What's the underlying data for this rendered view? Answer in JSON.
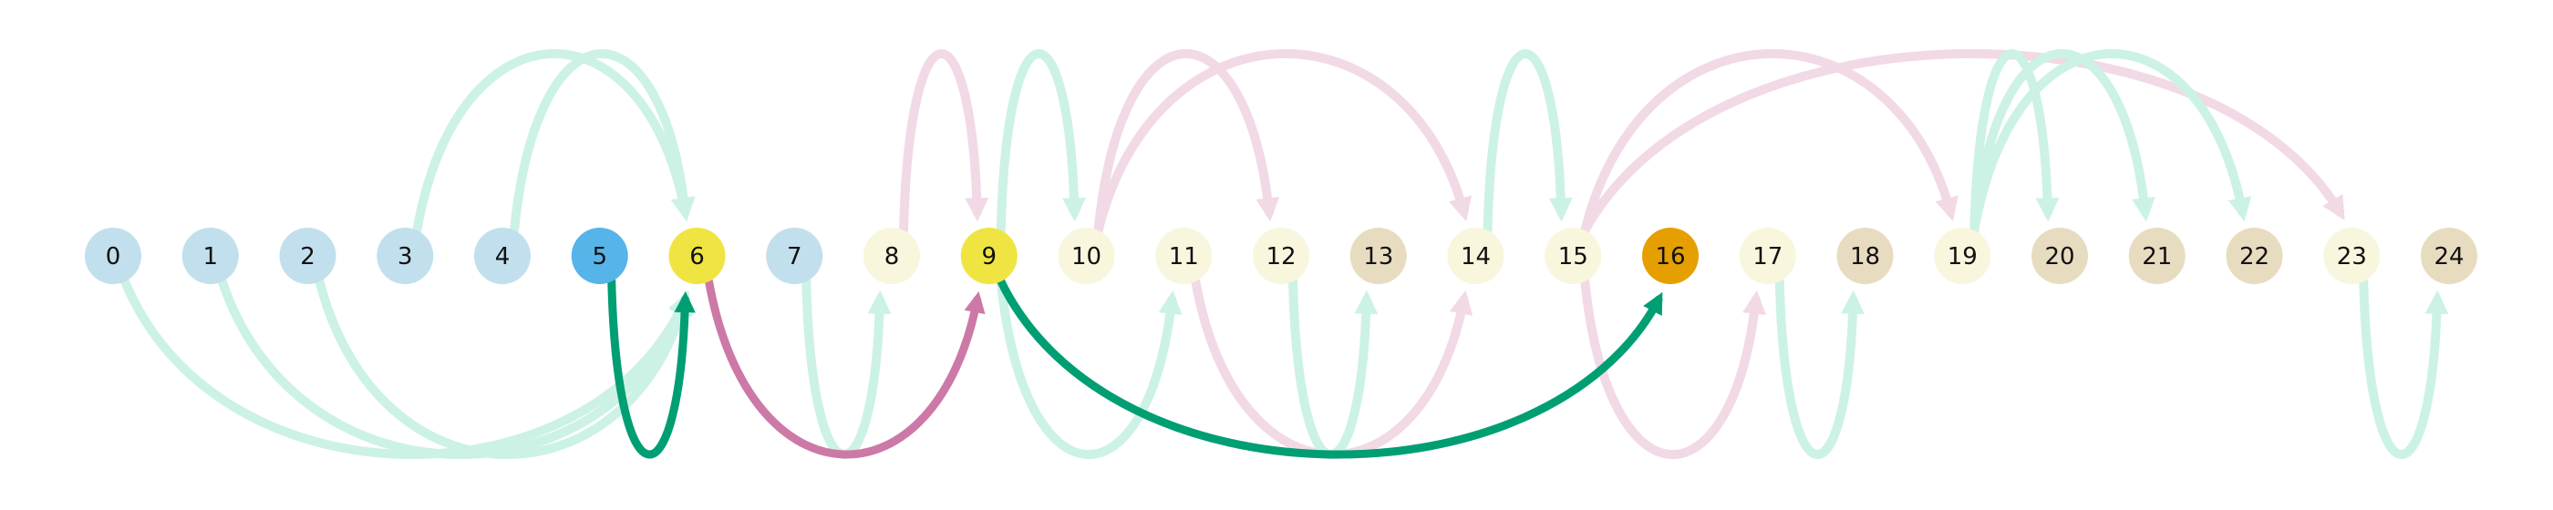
{
  "colors": {
    "blue": "#c2dfed",
    "blue_active": "#56b4e9",
    "cream": "#f8f6dc",
    "tan": "#e8dcc0",
    "yellow": "#f0e442",
    "orange": "#e69f00",
    "green_light": "#ccf2e5",
    "green_dark": "#009e73",
    "pink_light": "#f2d9e6",
    "pink_dark": "#cc79a7"
  },
  "nodes": [
    {
      "label": "0",
      "color": "blue"
    },
    {
      "label": "1",
      "color": "blue"
    },
    {
      "label": "2",
      "color": "blue"
    },
    {
      "label": "3",
      "color": "blue"
    },
    {
      "label": "4",
      "color": "blue"
    },
    {
      "label": "5",
      "color": "blue_active"
    },
    {
      "label": "6",
      "color": "yellow"
    },
    {
      "label": "7",
      "color": "blue"
    },
    {
      "label": "8",
      "color": "cream"
    },
    {
      "label": "9",
      "color": "yellow"
    },
    {
      "label": "10",
      "color": "cream"
    },
    {
      "label": "11",
      "color": "cream"
    },
    {
      "label": "12",
      "color": "cream"
    },
    {
      "label": "13",
      "color": "tan"
    },
    {
      "label": "14",
      "color": "cream"
    },
    {
      "label": "15",
      "color": "cream"
    },
    {
      "label": "16",
      "color": "orange"
    },
    {
      "label": "17",
      "color": "cream"
    },
    {
      "label": "18",
      "color": "tan"
    },
    {
      "label": "19",
      "color": "cream"
    },
    {
      "label": "20",
      "color": "tan"
    },
    {
      "label": "21",
      "color": "tan"
    },
    {
      "label": "22",
      "color": "tan"
    },
    {
      "label": "23",
      "color": "cream"
    },
    {
      "label": "24",
      "color": "tan"
    }
  ],
  "edges": [
    {
      "from": 3,
      "to": 6,
      "side": "top",
      "color": "green_light"
    },
    {
      "from": 4,
      "to": 6,
      "side": "top",
      "color": "green_light"
    },
    {
      "from": 8,
      "to": 9,
      "side": "top",
      "color": "pink_light"
    },
    {
      "from": 9,
      "to": 10,
      "side": "top",
      "color": "green_light"
    },
    {
      "from": 10,
      "to": 12,
      "side": "top",
      "color": "pink_light"
    },
    {
      "from": 10,
      "to": 14,
      "side": "top",
      "color": "pink_light"
    },
    {
      "from": 14,
      "to": 15,
      "side": "top",
      "color": "green_light"
    },
    {
      "from": 15,
      "to": 19,
      "side": "top",
      "color": "pink_light"
    },
    {
      "from": 15,
      "to": 23,
      "side": "top",
      "color": "pink_light"
    },
    {
      "from": 19,
      "to": 20,
      "side": "top",
      "color": "green_light"
    },
    {
      "from": 19,
      "to": 21,
      "side": "top",
      "color": "green_light"
    },
    {
      "from": 19,
      "to": 22,
      "side": "top",
      "color": "green_light"
    },
    {
      "from": 0,
      "to": 6,
      "side": "bottom",
      "color": "green_light"
    },
    {
      "from": 1,
      "to": 6,
      "side": "bottom",
      "color": "green_light"
    },
    {
      "from": 2,
      "to": 6,
      "side": "bottom",
      "color": "green_light"
    },
    {
      "from": 7,
      "to": 8,
      "side": "bottom",
      "color": "green_light"
    },
    {
      "from": 9,
      "to": 11,
      "side": "bottom",
      "color": "green_light"
    },
    {
      "from": 11,
      "to": 14,
      "side": "bottom",
      "color": "pink_light"
    },
    {
      "from": 12,
      "to": 13,
      "side": "bottom",
      "color": "green_light"
    },
    {
      "from": 15,
      "to": 17,
      "side": "bottom",
      "color": "pink_light"
    },
    {
      "from": 17,
      "to": 18,
      "side": "bottom",
      "color": "green_light"
    },
    {
      "from": 23,
      "to": 24,
      "side": "bottom",
      "color": "green_light"
    },
    {
      "from": 5,
      "to": 6,
      "side": "bottom",
      "color": "green_dark"
    },
    {
      "from": 6,
      "to": 9,
      "side": "bottom",
      "color": "pink_dark"
    },
    {
      "from": 9,
      "to": 16,
      "side": "bottom",
      "color": "green_dark"
    }
  ]
}
